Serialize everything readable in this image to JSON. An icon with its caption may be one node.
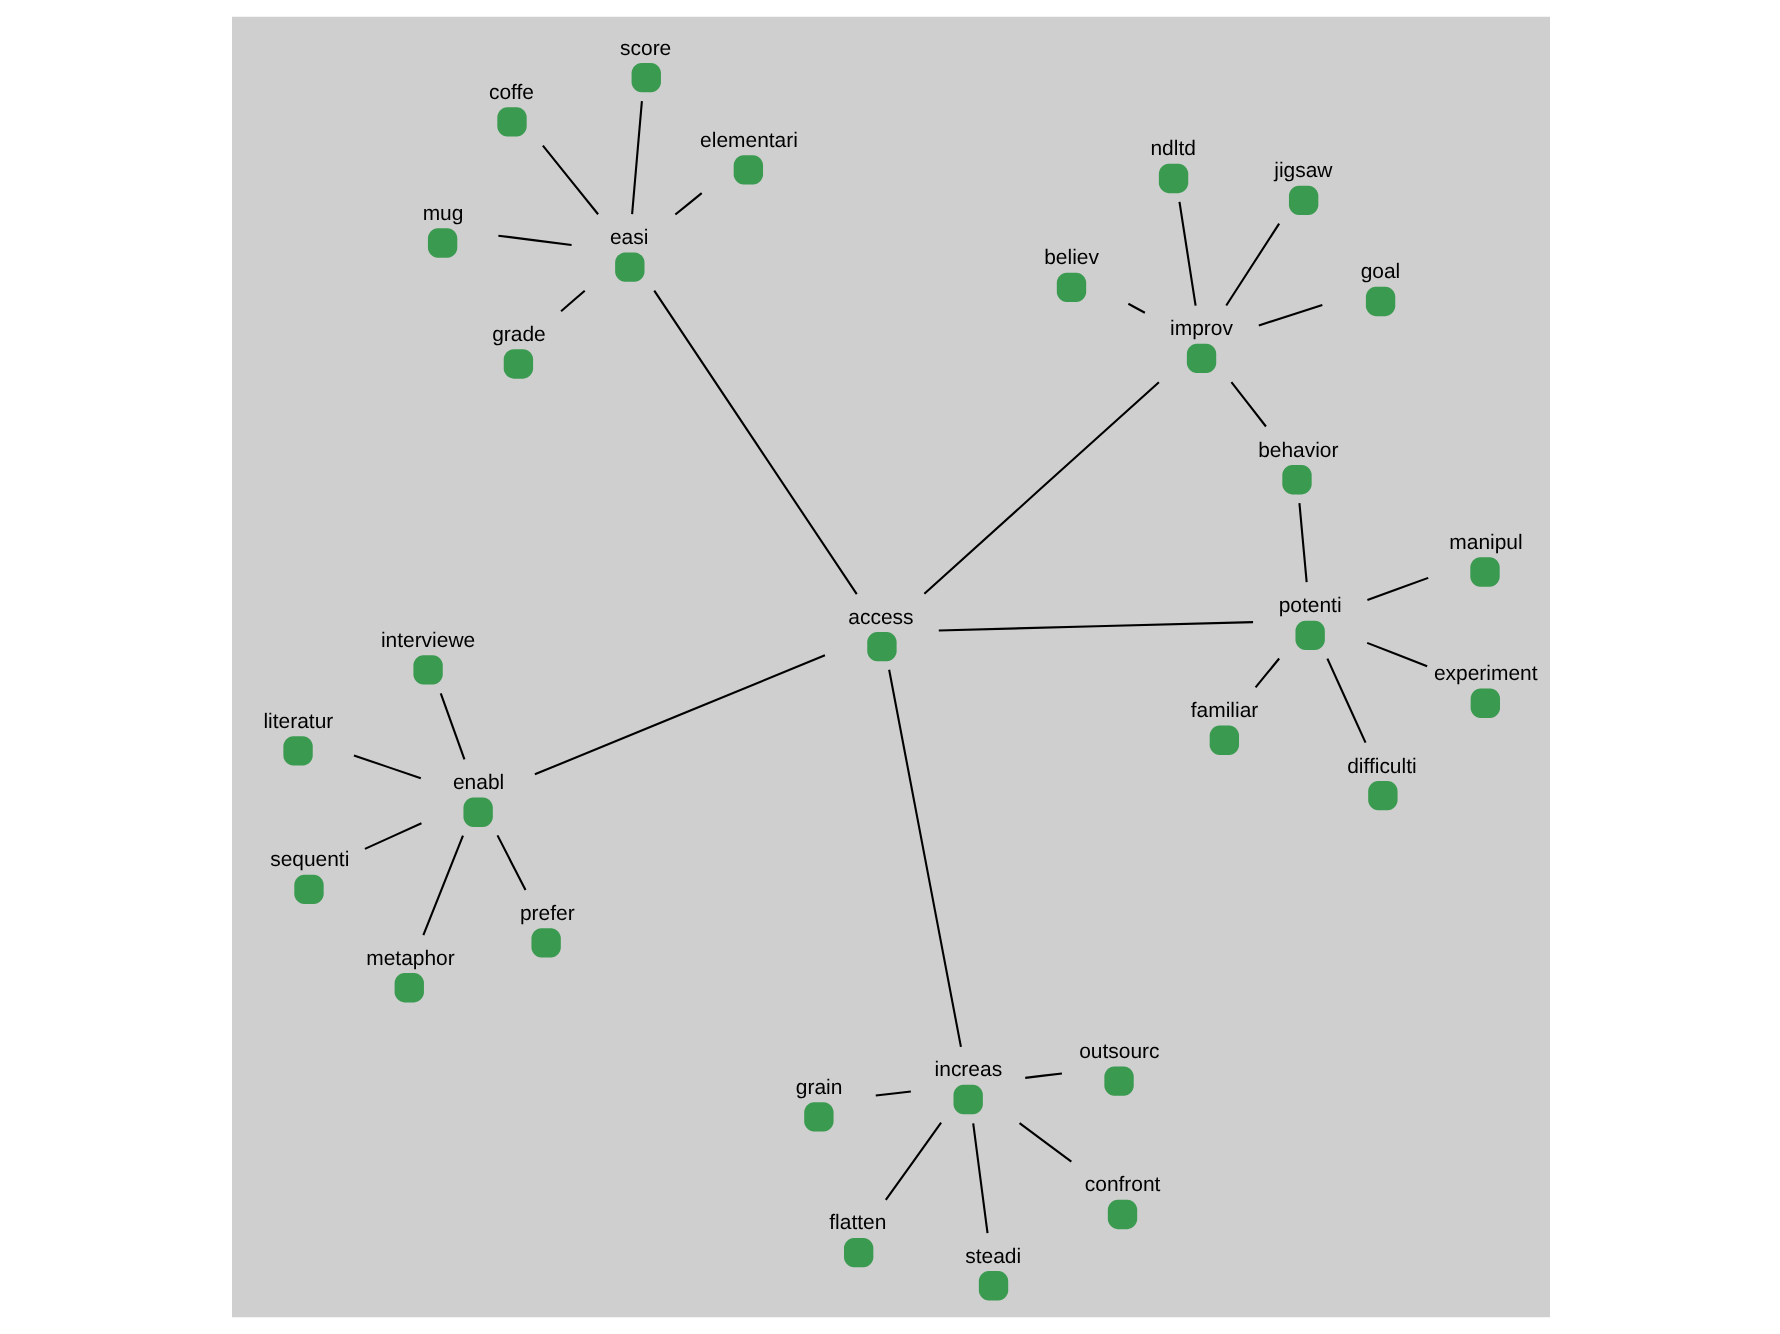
{
  "diagram": {
    "nodes": [
      {
        "text": [
          "literatur"
        ]
      },
      {
        "text": [
          "prefer"
        ]
      },
      {
        "text": [
          "metaphor"
        ]
      },
      {
        "text": [
          "enabl"
        ]
      },
      {
        "text": [
          "interviewe"
        ]
      },
      {
        "text": [
          "grain"
        ]
      },
      {
        "text": [
          "flatten"
        ]
      },
      {
        "text": [
          "steadi"
        ]
      },
      {
        "text": [
          "sequenti"
        ]
      },
      {
        "text": [
          "manipul"
        ]
      },
      {
        "text": [
          "increas"
        ]
      },
      {
        "text": [
          "difficulti"
        ]
      },
      {
        "text": [
          "confront"
        ]
      },
      {
        "text": [
          "outsourc"
        ]
      },
      {
        "text": [
          "access"
        ]
      },
      {
        "text": [
          "experiment"
        ]
      },
      {
        "text": [
          "potenti"
        ]
      },
      {
        "text": [
          "familiar"
        ]
      },
      {
        "text": [
          "mug"
        ]
      },
      {
        "text": [
          "coffe"
        ]
      },
      {
        "text": [
          "easi"
        ]
      },
      {
        "text": [
          "behavior"
        ]
      },
      {
        "text": [
          "ndltd"
        ]
      },
      {
        "text": [
          "improv"
        ]
      },
      {
        "text": [
          "score"
        ]
      },
      {
        "text": [
          "grade"
        ]
      },
      {
        "text": [
          "elementari"
        ]
      },
      {
        "text": [
          "believ"
        ]
      },
      {
        "text": [
          "goal"
        ]
      },
      {
        "text": [
          "jigsaw"
        ]
      }
    ],
    "edges": [
      {
        "from": 14,
        "to": 10,
        "arrow": "none"
      },
      {
        "from": 14,
        "to": 20,
        "arrow": "none"
      },
      {
        "from": 14,
        "to": 3,
        "arrow": "none"
      },
      {
        "from": 14,
        "to": 16,
        "arrow": "none"
      },
      {
        "from": 14,
        "to": 23,
        "arrow": "none"
      },
      {
        "from": 10,
        "to": 5,
        "arrow": "none"
      },
      {
        "from": 10,
        "to": 6,
        "arrow": "none"
      },
      {
        "from": 10,
        "to": 7,
        "arrow": "none"
      },
      {
        "from": 10,
        "to": 12,
        "arrow": "none"
      },
      {
        "from": 10,
        "to": 13,
        "arrow": "none"
      },
      {
        "from": 20,
        "to": 18,
        "arrow": "none"
      },
      {
        "from": 20,
        "to": 19,
        "arrow": "none"
      },
      {
        "from": 20,
        "to": 24,
        "arrow": "none"
      },
      {
        "from": 20,
        "to": 26,
        "arrow": "none"
      },
      {
        "from": 20,
        "to": 25,
        "arrow": "none"
      },
      {
        "from": 3,
        "to": 1,
        "arrow": "none"
      },
      {
        "from": 3,
        "to": 0,
        "arrow": "none"
      },
      {
        "from": 3,
        "to": 4,
        "arrow": "none"
      },
      {
        "from": 3,
        "to": 2,
        "arrow": "none"
      },
      {
        "from": 3,
        "to": 8,
        "arrow": "none"
      },
      {
        "from": 16,
        "to": 9,
        "arrow": "none"
      },
      {
        "from": 16,
        "to": 11,
        "arrow": "none"
      },
      {
        "from": 16,
        "to": 15,
        "arrow": "none"
      },
      {
        "from": 16,
        "to": 17,
        "arrow": "none"
      },
      {
        "from": 16,
        "to": 21,
        "arrow": "none"
      },
      {
        "from": 23,
        "to": 22,
        "arrow": "none"
      },
      {
        "from": 23,
        "to": 21,
        "arrow": "none"
      },
      {
        "from": 23,
        "to": 28,
        "arrow": "none"
      },
      {
        "from": 23,
        "to": 29,
        "arrow": "none"
      },
      {
        "from": 23,
        "to": 27,
        "arrow": "none"
      }
    ]
  }
}
